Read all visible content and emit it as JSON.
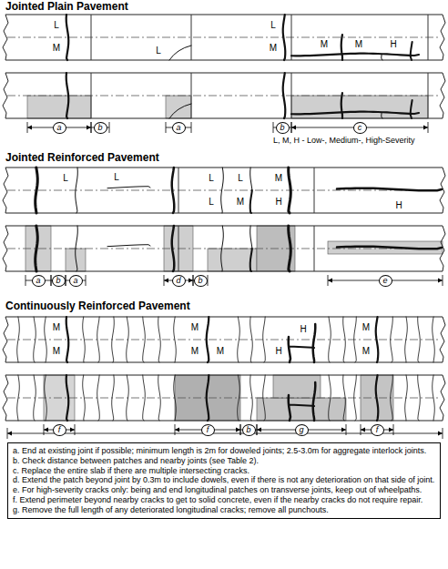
{
  "diagram": {
    "nodes": [
      {
        "text": [
          "a"
        ]
      },
      {
        "text": [
          "b"
        ]
      },
      {
        "text": [
          "a"
        ]
      },
      {
        "text": [
          "b"
        ]
      },
      {
        "text": [
          "c"
        ]
      },
      {
        "text": [
          "a"
        ]
      },
      {
        "text": [
          "b"
        ]
      },
      {
        "text": [
          "a"
        ]
      },
      {
        "text": [
          "d"
        ]
      },
      {
        "text": [
          "b"
        ]
      },
      {
        "text": [
          "e"
        ]
      },
      {
        "text": [
          "f"
        ]
      },
      {
        "text": [
          "f"
        ]
      },
      {
        "text": [
          "b"
        ]
      },
      {
        "text": [
          "g"
        ]
      },
      {
        "text": [
          "f"
        ]
      },
      {
        "text": [
          "a. End at existing joint if possible; minimum length is 2m for doweled joints; 2.5-3.0m for aggregate interlock joints.",
          "b. Check distance between patches and nearby joints (see Table 2).",
          "c. Replace the entire slab if there are multiple intersecting cracks.",
          "d. Extend the patch beyond joint by 0.3m to include dowels, even if there is not any deterioration on that side of joint.",
          "e. For high-severity cracks only: being and end longitudinal patches on transverse joints, keep out of wheelpaths.",
          "f. Extend perimeter beyond nearby cracks to get to solid concrete, even if the nearby cracks do not require repair.",
          "g. Remove the full length of any deteriorated longitudinal cracks; remove all punchouts."
        ]
      }
    ],
    "labels": [
      "Jointed Plain Pavement",
      "L",
      "M",
      "L",
      "L",
      "M",
      "M",
      "M",
      "H",
      "L, M, H - Low-, Medium-, High-Severity",
      "Jointed Reinforced Pavement",
      "L",
      "L",
      "L",
      "L",
      "L",
      "M",
      "M",
      "H",
      "H",
      "Continuously Reinforced Pavement",
      "M",
      "M",
      "M",
      "M",
      "M",
      "H",
      "H",
      "M",
      "M"
    ]
  }
}
